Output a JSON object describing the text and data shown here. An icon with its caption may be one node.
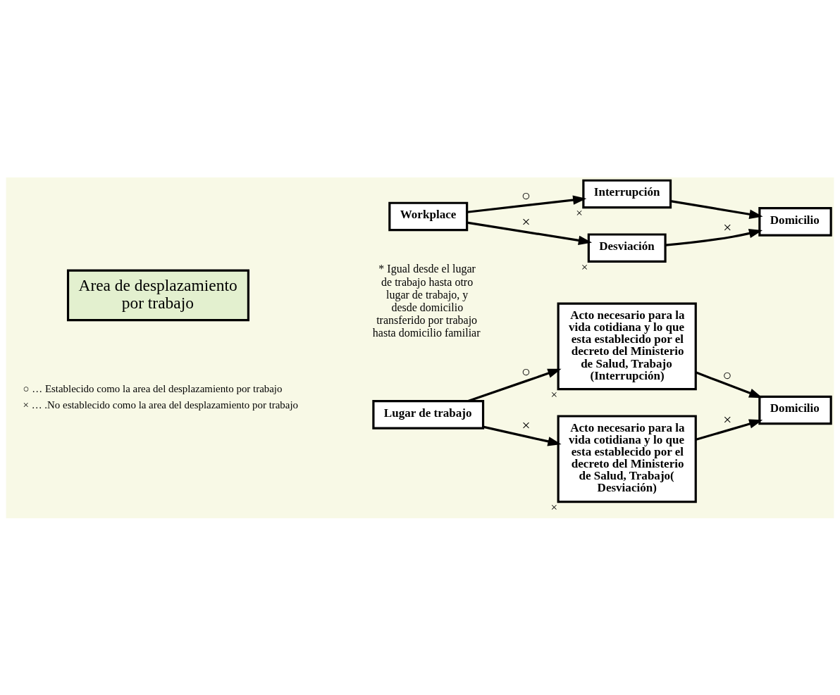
{
  "diagram": {
    "nodes": [
      {
        "text": [
          "Area de desplazamiento por trabajo"
        ]
      },
      {
        "text": [
          "Workplace"
        ]
      },
      {
        "text": [
          "Interrupción"
        ],
        "beside": [
          "×"
        ]
      },
      {
        "text": [
          "Desviación"
        ],
        "beside": [
          "×"
        ]
      },
      {
        "text": [
          "Domicilio"
        ]
      },
      {
        "text": [
          "Lugar de trabajo"
        ]
      },
      {
        "text": [
          "Acto necesario para la vida cotidiana y lo que esta establecido por el decreto del Ministerio de Salud, Trabajo (Interrupción)"
        ],
        "beside": [
          "×"
        ]
      },
      {
        "text": [
          "Acto necesario para la vida cotidiana y lo que esta establecido por el decreto del Ministerio de Salud, Trabajo( Desviación)"
        ],
        "beside": [
          "×"
        ]
      },
      {
        "text": [
          "Domicilio"
        ]
      }
    ],
    "edges": [
      {
        "from": 1,
        "to": 2,
        "arrow": "to",
        "label": "○"
      },
      {
        "from": 1,
        "to": 3,
        "arrow": "to",
        "label": "×"
      },
      {
        "from": 2,
        "to": 4,
        "arrow": "to"
      },
      {
        "from": 3,
        "to": 4,
        "arrow": "to",
        "label": "×"
      },
      {
        "from": 5,
        "to": 6,
        "arrow": "to",
        "label": "○"
      },
      {
        "from": 5,
        "to": 7,
        "arrow": "to",
        "label": "×"
      },
      {
        "from": 6,
        "to": 8,
        "arrow": "to",
        "label": "○"
      },
      {
        "from": 7,
        "to": 8,
        "arrow": "to",
        "label": "×"
      }
    ],
    "labels": [
      "* Igual desde el lugar de trabajo hasta otro lugar de trabajo, y desde domicilio transferido por trabajo hasta domicilio familiar"
    ],
    "legend": [
      {
        "text": "○ … Establecido como la area del desplazamiento por trabajo"
      },
      {
        "text": "× … .No establecido como la area del desplazamiento por trabajo"
      }
    ]
  }
}
